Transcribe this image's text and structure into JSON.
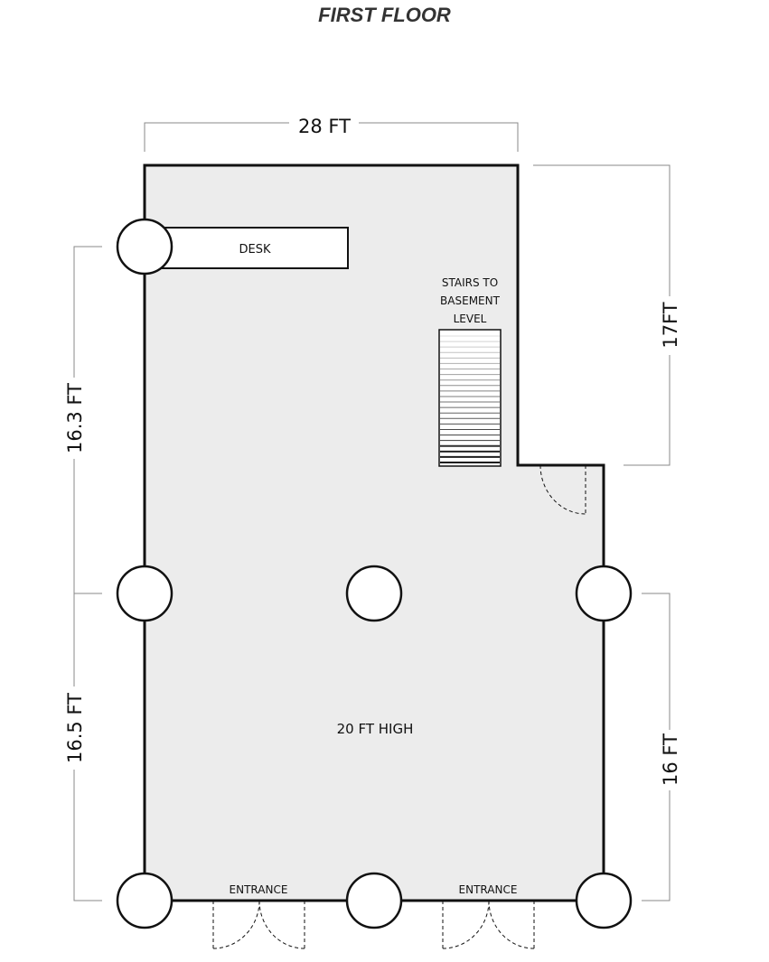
{
  "title": "FIRST FLOOR",
  "dimensions": {
    "top_width": "28 FT",
    "right_upper": "17FT",
    "left_upper": "16.3 FT",
    "left_lower": "16.5 FT",
    "right_lower": "16 FT"
  },
  "labels": {
    "desk": "DESK",
    "stairs_line1": "STAIRS TO",
    "stairs_line2": "BASEMENT",
    "stairs_line3": "LEVEL",
    "ceiling_height": "20 FT HIGH",
    "entrance_left": "ENTRANCE",
    "entrance_right": "ENTRANCE"
  },
  "colors": {
    "floor_fill": "#ececec",
    "wall": "#111111",
    "dimension_line": "#888888",
    "title": "#333333"
  }
}
